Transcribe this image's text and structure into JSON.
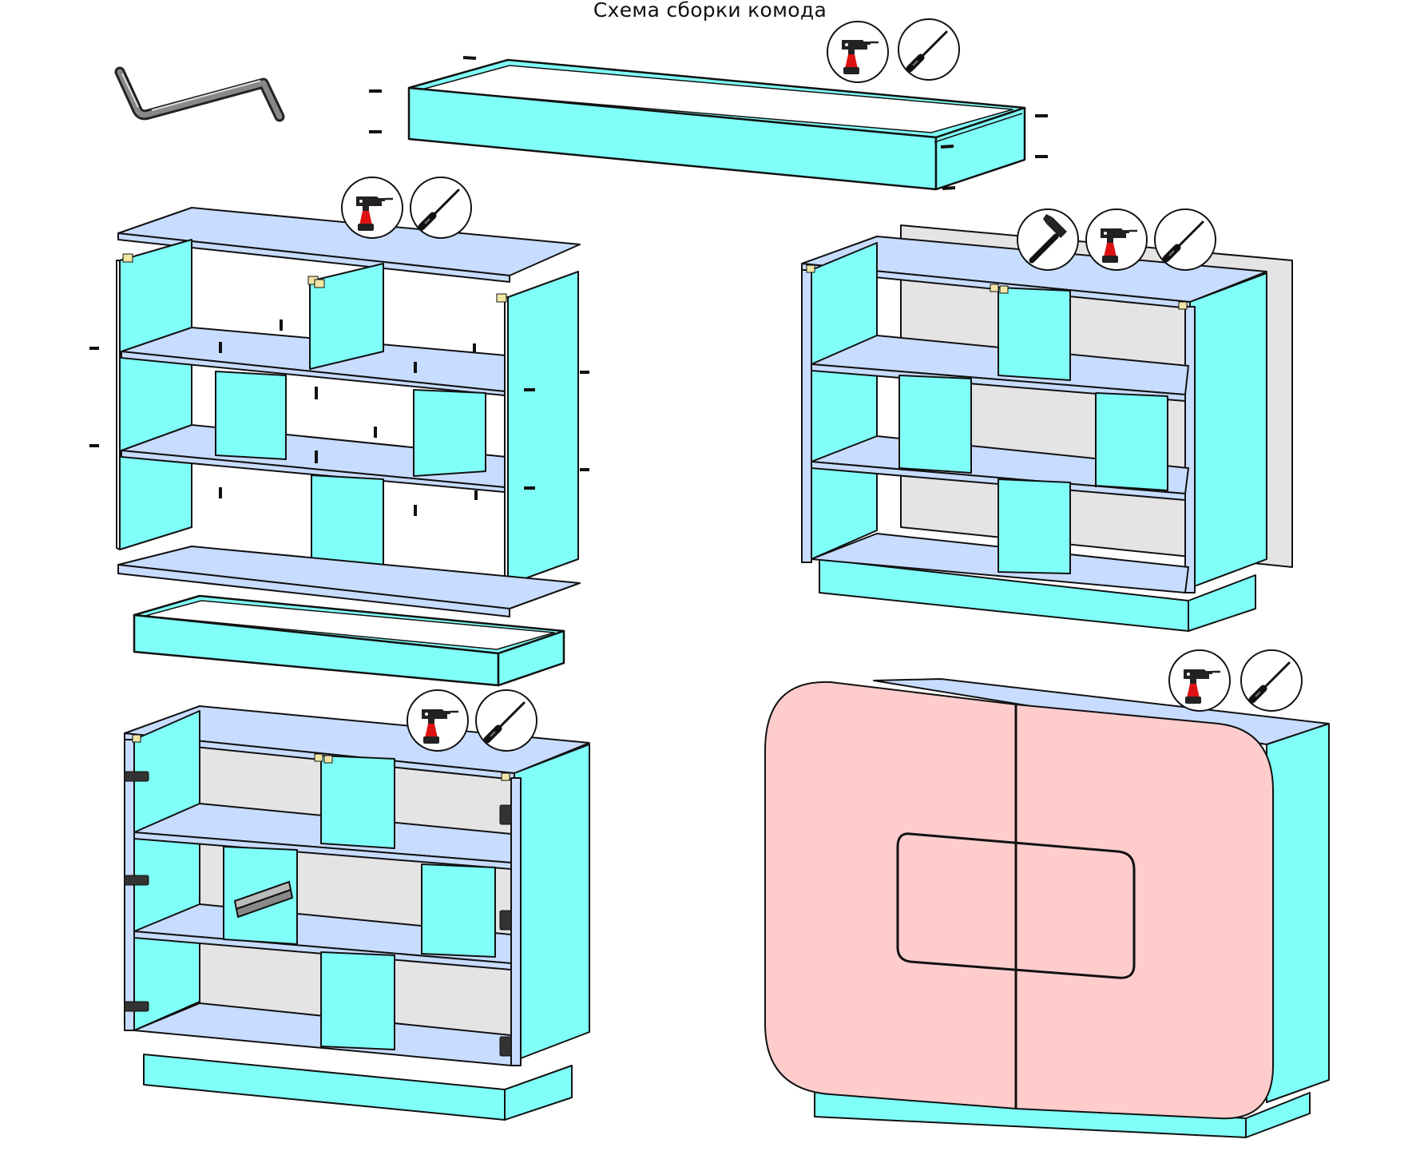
{
  "title": "Схема сборки комода",
  "colors": {
    "panel": "#80fff8",
    "shelf": "#c8dcff",
    "back": "#e4e4e4",
    "door": "#ffcccc",
    "outline": "#111111",
    "cam": "#f1e6a6"
  },
  "tools": {
    "drill": "drill-icon",
    "screwdriver": "screwdriver-icon",
    "hammer": "hammer-icon",
    "hex_key": "hex-key-icon"
  },
  "steps": [
    {
      "id": "plinth-frame",
      "tools": [
        "drill",
        "screwdriver"
      ]
    },
    {
      "id": "carcass-exploded",
      "tools": [
        "drill",
        "screwdriver"
      ]
    },
    {
      "id": "back-panel",
      "tools": [
        "hammer",
        "drill",
        "screwdriver"
      ]
    },
    {
      "id": "hinges-and-rail",
      "tools": [
        "drill",
        "screwdriver"
      ]
    },
    {
      "id": "doors",
      "tools": [
        "drill",
        "screwdriver"
      ]
    }
  ]
}
